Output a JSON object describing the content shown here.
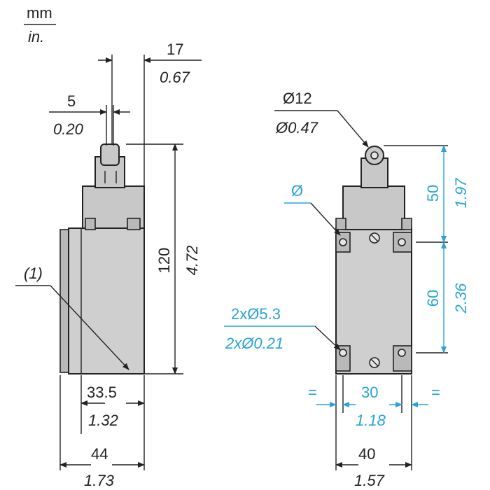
{
  "units": {
    "primary": "mm",
    "secondary": "in."
  },
  "side_view": {
    "top_right_mm": "17",
    "top_right_in": "0.67",
    "roller_width_mm": "5",
    "roller_width_in": "0.20",
    "height_mm": "120",
    "height_in": "4.72",
    "note_label": "(1)",
    "inner_width_mm": "33.5",
    "inner_width_in": "1.32",
    "total_width_mm": "44",
    "total_width_in": "1.73"
  },
  "front_view": {
    "roller_dia_mm": "Ø12",
    "roller_dia_in": "Ø0.47",
    "hole_dia_label": "Ø",
    "upper_height_mm": "50",
    "upper_height_in": "1.97",
    "hole_spacing_v_mm": "60",
    "hole_spacing_v_in": "2.36",
    "mount_holes_mm": "2xØ5.3",
    "mount_holes_in": "2xØ0.21",
    "equal_left": "=",
    "equal_right": "=",
    "hole_spacing_h_mm": "30",
    "hole_spacing_h_in": "1.18",
    "width_mm": "40",
    "width_in": "1.57"
  },
  "colors": {
    "dimension_blue": "#29a3d8",
    "ink": "#222222",
    "body_gray": "#cfcfcf"
  }
}
